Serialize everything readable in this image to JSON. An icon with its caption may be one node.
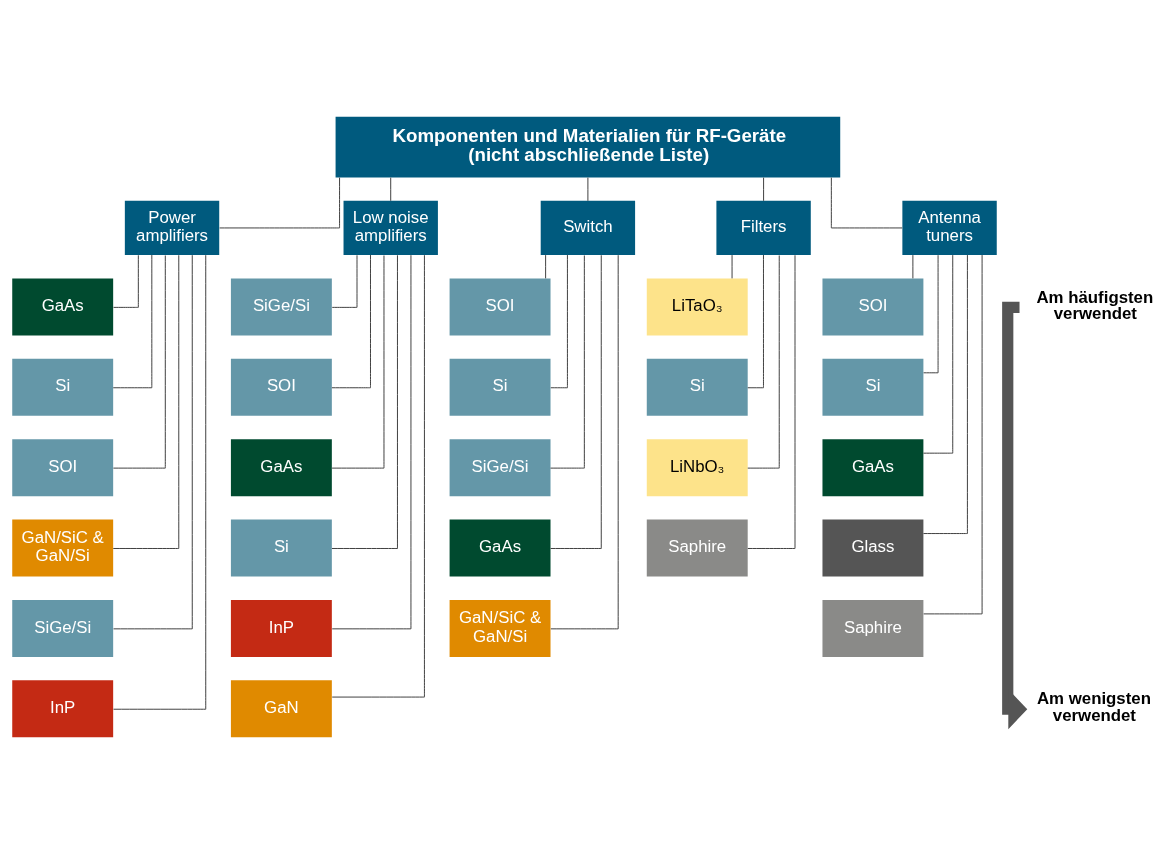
{
  "diagram": {
    "nodes": [
      {
        "text": [
          "Komponenten und Materialien für RF-Geräte (nicht abschließende Liste)"
        ]
      },
      {
        "text": [
          "Power amplifiers"
        ]
      },
      {
        "text": [
          "Low noise amplifiers"
        ]
      },
      {
        "text": [
          "Switch"
        ]
      },
      {
        "text": [
          "Filters"
        ]
      },
      {
        "text": [
          "Antenna tuners"
        ]
      },
      {
        "text": [
          "GaAs"
        ]
      },
      {
        "text": [
          "Si"
        ]
      },
      {
        "text": [
          "SOI"
        ]
      },
      {
        "text": [
          "GaN/SiC & GaN/Si"
        ]
      },
      {
        "text": [
          "SiGe/Si"
        ]
      },
      {
        "text": [
          "InP"
        ]
      },
      {
        "text": [
          "SiGe/Si"
        ]
      },
      {
        "text": [
          "SOI"
        ]
      },
      {
        "text": [
          "GaAs"
        ]
      },
      {
        "text": [
          "Si"
        ]
      },
      {
        "text": [
          "InP"
        ]
      },
      {
        "text": [
          "GaN"
        ]
      },
      {
        "text": [
          "SOI"
        ]
      },
      {
        "text": [
          "Si"
        ]
      },
      {
        "text": [
          "SiGe/Si"
        ]
      },
      {
        "text": [
          "GaAs"
        ]
      },
      {
        "text": [
          "GaN/SiC & GaN/Si"
        ]
      },
      {
        "text": [
          "LiTaO₃"
        ]
      },
      {
        "text": [
          "Si"
        ]
      },
      {
        "text": [
          "LiNbO₃"
        ]
      },
      {
        "text": [
          "Saphire"
        ]
      },
      {
        "text": [
          "SOI"
        ]
      },
      {
        "text": [
          "Si"
        ]
      },
      {
        "text": [
          "GaAs"
        ]
      },
      {
        "text": [
          "Glass"
        ]
      },
      {
        "text": [
          "Saphire"
        ]
      }
    ],
    "edges": [
      {
        "from": 0,
        "to": 1,
        "arrow": "none"
      },
      {
        "from": 0,
        "to": 2,
        "arrow": "none"
      },
      {
        "from": 0,
        "to": 3,
        "arrow": "none"
      },
      {
        "from": 0,
        "to": 4,
        "arrow": "none"
      },
      {
        "from": 0,
        "to": 5,
        "arrow": "none"
      },
      {
        "from": 1,
        "to": 6,
        "arrow": "none"
      },
      {
        "from": 1,
        "to": 7,
        "arrow": "none"
      },
      {
        "from": 1,
        "to": 8,
        "arrow": "none"
      },
      {
        "from": 1,
        "to": 9,
        "arrow": "none"
      },
      {
        "from": 1,
        "to": 10,
        "arrow": "none"
      },
      {
        "from": 1,
        "to": 11,
        "arrow": "none"
      },
      {
        "from": 2,
        "to": 12,
        "arrow": "none"
      },
      {
        "from": 2,
        "to": 13,
        "arrow": "none"
      },
      {
        "from": 2,
        "to": 14,
        "arrow": "none"
      },
      {
        "from": 2,
        "to": 15,
        "arrow": "none"
      },
      {
        "from": 2,
        "to": 16,
        "arrow": "none"
      },
      {
        "from": 2,
        "to": 17,
        "arrow": "none"
      },
      {
        "from": 3,
        "to": 18,
        "arrow": "none"
      },
      {
        "from": 3,
        "to": 19,
        "arrow": "none"
      },
      {
        "from": 3,
        "to": 20,
        "arrow": "none"
      },
      {
        "from": 3,
        "to": 21,
        "arrow": "none"
      },
      {
        "from": 3,
        "to": 22,
        "arrow": "none"
      },
      {
        "from": 4,
        "to": 23,
        "arrow": "none"
      },
      {
        "from": 4,
        "to": 24,
        "arrow": "none"
      },
      {
        "from": 4,
        "to": 25,
        "arrow": "none"
      },
      {
        "from": 4,
        "to": 26,
        "arrow": "none"
      },
      {
        "from": 5,
        "to": 27,
        "arrow": "none"
      },
      {
        "from": 5,
        "to": 28,
        "arrow": "none"
      },
      {
        "from": 5,
        "to": 29,
        "arrow": "none"
      },
      {
        "from": 5,
        "to": 30,
        "arrow": "none"
      },
      {
        "from": 5,
        "to": 31,
        "arrow": "none"
      }
    ],
    "labels": [
      "Am häufigsten verwendet",
      "Am wenigsten verwendet"
    ]
  }
}
